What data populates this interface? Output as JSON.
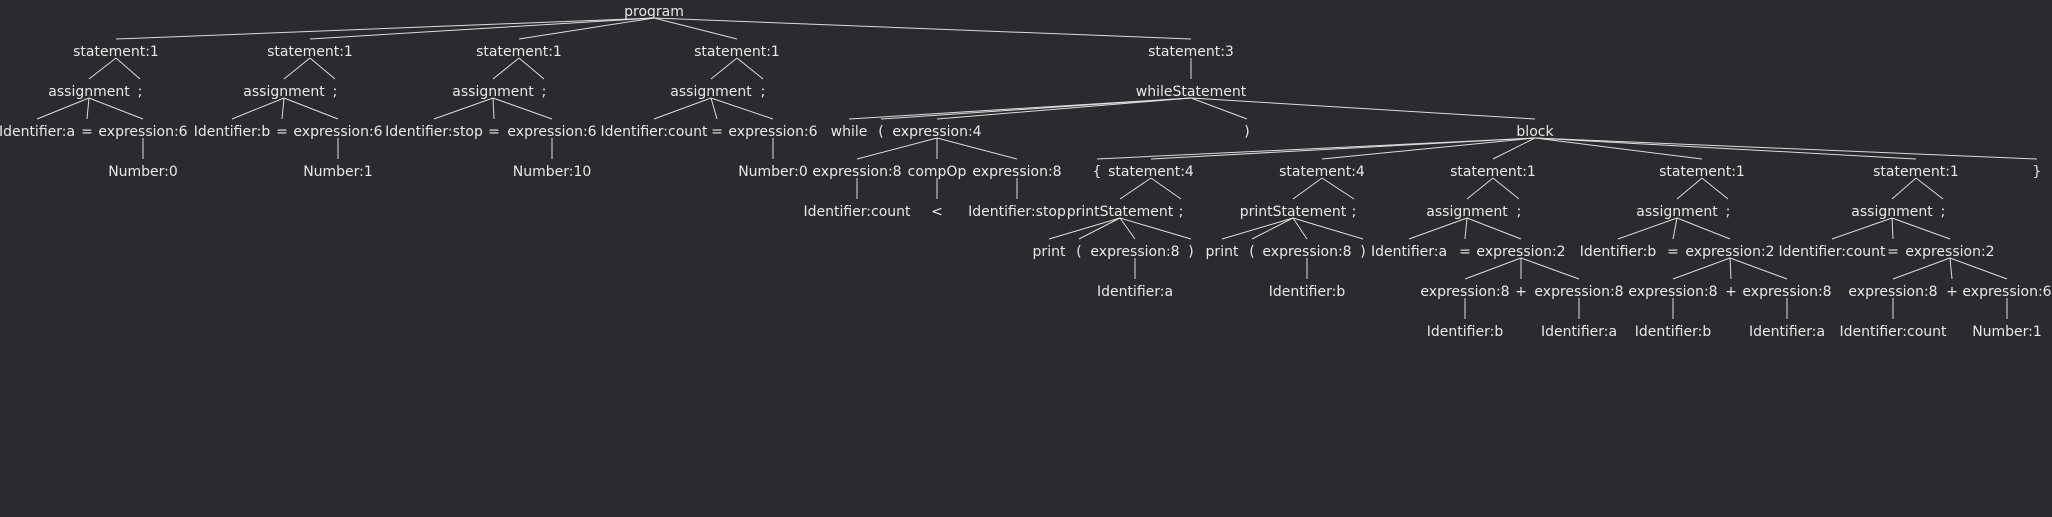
{
  "diagram": {
    "type": "parse-tree",
    "colors": {
      "background": "#2b2b2f",
      "text": "#e8e8e8",
      "edge": "#dcdcdc"
    },
    "nodes": [
      {
        "id": "program",
        "label": "program"
      },
      {
        "id": "s1",
        "label": "statement:1",
        "parent": "program"
      },
      {
        "id": "s1a",
        "label": "assignment",
        "parent": "s1"
      },
      {
        "id": "s1semi",
        "label": ";",
        "parent": "s1"
      },
      {
        "id": "s1id",
        "label": "Identifier:a",
        "parent": "s1a"
      },
      {
        "id": "s1eq",
        "label": "=",
        "parent": "s1a"
      },
      {
        "id": "s1ex",
        "label": "expression:6",
        "parent": "s1a"
      },
      {
        "id": "s1num",
        "label": "Number:0",
        "parent": "s1ex"
      },
      {
        "id": "s2",
        "label": "statement:1",
        "parent": "program"
      },
      {
        "id": "s2a",
        "label": "assignment",
        "parent": "s2"
      },
      {
        "id": "s2semi",
        "label": ";",
        "parent": "s2"
      },
      {
        "id": "s2id",
        "label": "Identifier:b",
        "parent": "s2a"
      },
      {
        "id": "s2eq",
        "label": "=",
        "parent": "s2a"
      },
      {
        "id": "s2ex",
        "label": "expression:6",
        "parent": "s2a"
      },
      {
        "id": "s2num",
        "label": "Number:1",
        "parent": "s2ex"
      },
      {
        "id": "s3",
        "label": "statement:1",
        "parent": "program"
      },
      {
        "id": "s3a",
        "label": "assignment",
        "parent": "s3"
      },
      {
        "id": "s3semi",
        "label": ";",
        "parent": "s3"
      },
      {
        "id": "s3id",
        "label": "Identifier:stop",
        "parent": "s3a"
      },
      {
        "id": "s3eq",
        "label": "=",
        "parent": "s3a"
      },
      {
        "id": "s3ex",
        "label": "expression:6",
        "parent": "s3a"
      },
      {
        "id": "s3num",
        "label": "Number:10",
        "parent": "s3ex"
      },
      {
        "id": "s4",
        "label": "statement:1",
        "parent": "program"
      },
      {
        "id": "s4a",
        "label": "assignment",
        "parent": "s4"
      },
      {
        "id": "s4semi",
        "label": ";",
        "parent": "s4"
      },
      {
        "id": "s4id",
        "label": "Identifier:count",
        "parent": "s4a"
      },
      {
        "id": "s4eq",
        "label": "=",
        "parent": "s4a"
      },
      {
        "id": "s4ex",
        "label": "expression:6",
        "parent": "s4a"
      },
      {
        "id": "s4num",
        "label": "Number:0",
        "parent": "s4ex"
      },
      {
        "id": "s5",
        "label": "statement:3",
        "parent": "program"
      },
      {
        "id": "ws",
        "label": "whileStatement",
        "parent": "s5"
      },
      {
        "id": "wwhile",
        "label": "while",
        "parent": "ws"
      },
      {
        "id": "wlp",
        "label": "(",
        "parent": "ws"
      },
      {
        "id": "wex",
        "label": "expression:4",
        "parent": "ws"
      },
      {
        "id": "wrp",
        "label": ")",
        "parent": "ws"
      },
      {
        "id": "blk",
        "label": "block",
        "parent": "ws"
      },
      {
        "id": "wexl",
        "label": "expression:8",
        "parent": "wex"
      },
      {
        "id": "wcmp",
        "label": "compOp",
        "parent": "wex"
      },
      {
        "id": "wexr",
        "label": "expression:8",
        "parent": "wex"
      },
      {
        "id": "widc",
        "label": "Identifier:count",
        "parent": "wexl"
      },
      {
        "id": "wlt",
        "label": "<",
        "parent": "wcmp"
      },
      {
        "id": "wids",
        "label": "Identifier:stop",
        "parent": "wexr"
      },
      {
        "id": "blb",
        "label": "{",
        "parent": "blk"
      },
      {
        "id": "b1",
        "label": "statement:4",
        "parent": "blk"
      },
      {
        "id": "b2",
        "label": "statement:4",
        "parent": "blk"
      },
      {
        "id": "b3",
        "label": "statement:1",
        "parent": "blk"
      },
      {
        "id": "b4",
        "label": "statement:1",
        "parent": "blk"
      },
      {
        "id": "b5",
        "label": "statement:1",
        "parent": "blk"
      },
      {
        "id": "brb",
        "label": "}",
        "parent": "blk"
      },
      {
        "id": "b1p",
        "label": "printStatement",
        "parent": "b1"
      },
      {
        "id": "b1semi",
        "label": ";",
        "parent": "b1"
      },
      {
        "id": "b1pr",
        "label": "print",
        "parent": "b1p"
      },
      {
        "id": "b1lp",
        "label": "(",
        "parent": "b1p"
      },
      {
        "id": "b1ex",
        "label": "expression:8",
        "parent": "b1p"
      },
      {
        "id": "b1rp",
        "label": ")",
        "parent": "b1p"
      },
      {
        "id": "b1id",
        "label": "Identifier:a",
        "parent": "b1ex"
      },
      {
        "id": "b2p",
        "label": "printStatement",
        "parent": "b2"
      },
      {
        "id": "b2semi",
        "label": ";",
        "parent": "b2"
      },
      {
        "id": "b2pr",
        "label": "print",
        "parent": "b2p"
      },
      {
        "id": "b2lp",
        "label": "(",
        "parent": "b2p"
      },
      {
        "id": "b2ex",
        "label": "expression:8",
        "parent": "b2p"
      },
      {
        "id": "b2rp",
        "label": ")",
        "parent": "b2p"
      },
      {
        "id": "b2id",
        "label": "Identifier:b",
        "parent": "b2ex"
      },
      {
        "id": "b3a",
        "label": "assignment",
        "parent": "b3"
      },
      {
        "id": "b3semi",
        "label": ";",
        "parent": "b3"
      },
      {
        "id": "b3id",
        "label": "Identifier:a",
        "parent": "b3a"
      },
      {
        "id": "b3eq",
        "label": "=",
        "parent": "b3a"
      },
      {
        "id": "b3ex",
        "label": "expression:2",
        "parent": "b3a"
      },
      {
        "id": "b3l",
        "label": "expression:8",
        "parent": "b3ex"
      },
      {
        "id": "b3plus",
        "label": "+",
        "parent": "b3ex"
      },
      {
        "id": "b3r",
        "label": "expression:8",
        "parent": "b3ex"
      },
      {
        "id": "b3lid",
        "label": "Identifier:b",
        "parent": "b3l"
      },
      {
        "id": "b3rid",
        "label": "Identifier:a",
        "parent": "b3r"
      },
      {
        "id": "b4a",
        "label": "assignment",
        "parent": "b4"
      },
      {
        "id": "b4semi",
        "label": ";",
        "parent": "b4"
      },
      {
        "id": "b4id",
        "label": "Identifier:b",
        "parent": "b4a"
      },
      {
        "id": "b4eq",
        "label": "=",
        "parent": "b4a"
      },
      {
        "id": "b4ex",
        "label": "expression:2",
        "parent": "b4a"
      },
      {
        "id": "b4l",
        "label": "expression:8",
        "parent": "b4ex"
      },
      {
        "id": "b4plus",
        "label": "+",
        "parent": "b4ex"
      },
      {
        "id": "b4r",
        "label": "expression:8",
        "parent": "b4ex"
      },
      {
        "id": "b4lid",
        "label": "Identifier:b",
        "parent": "b4l"
      },
      {
        "id": "b4rid",
        "label": "Identifier:a",
        "parent": "b4r"
      },
      {
        "id": "b5a",
        "label": "assignment",
        "parent": "b5"
      },
      {
        "id": "b5semi",
        "label": ";",
        "parent": "b5"
      },
      {
        "id": "b5id",
        "label": "Identifier:count",
        "parent": "b5a"
      },
      {
        "id": "b5eq",
        "label": "=",
        "parent": "b5a"
      },
      {
        "id": "b5ex",
        "label": "expression:2",
        "parent": "b5a"
      },
      {
        "id": "b5l",
        "label": "expression:8",
        "parent": "b5ex"
      },
      {
        "id": "b5plus",
        "label": "+",
        "parent": "b5ex"
      },
      {
        "id": "b5r",
        "label": "expression:6",
        "parent": "b5ex"
      },
      {
        "id": "b5lid",
        "label": "Identifier:count",
        "parent": "b5l"
      },
      {
        "id": "b5rnum",
        "label": "Number:1",
        "parent": "b5r"
      }
    ]
  }
}
